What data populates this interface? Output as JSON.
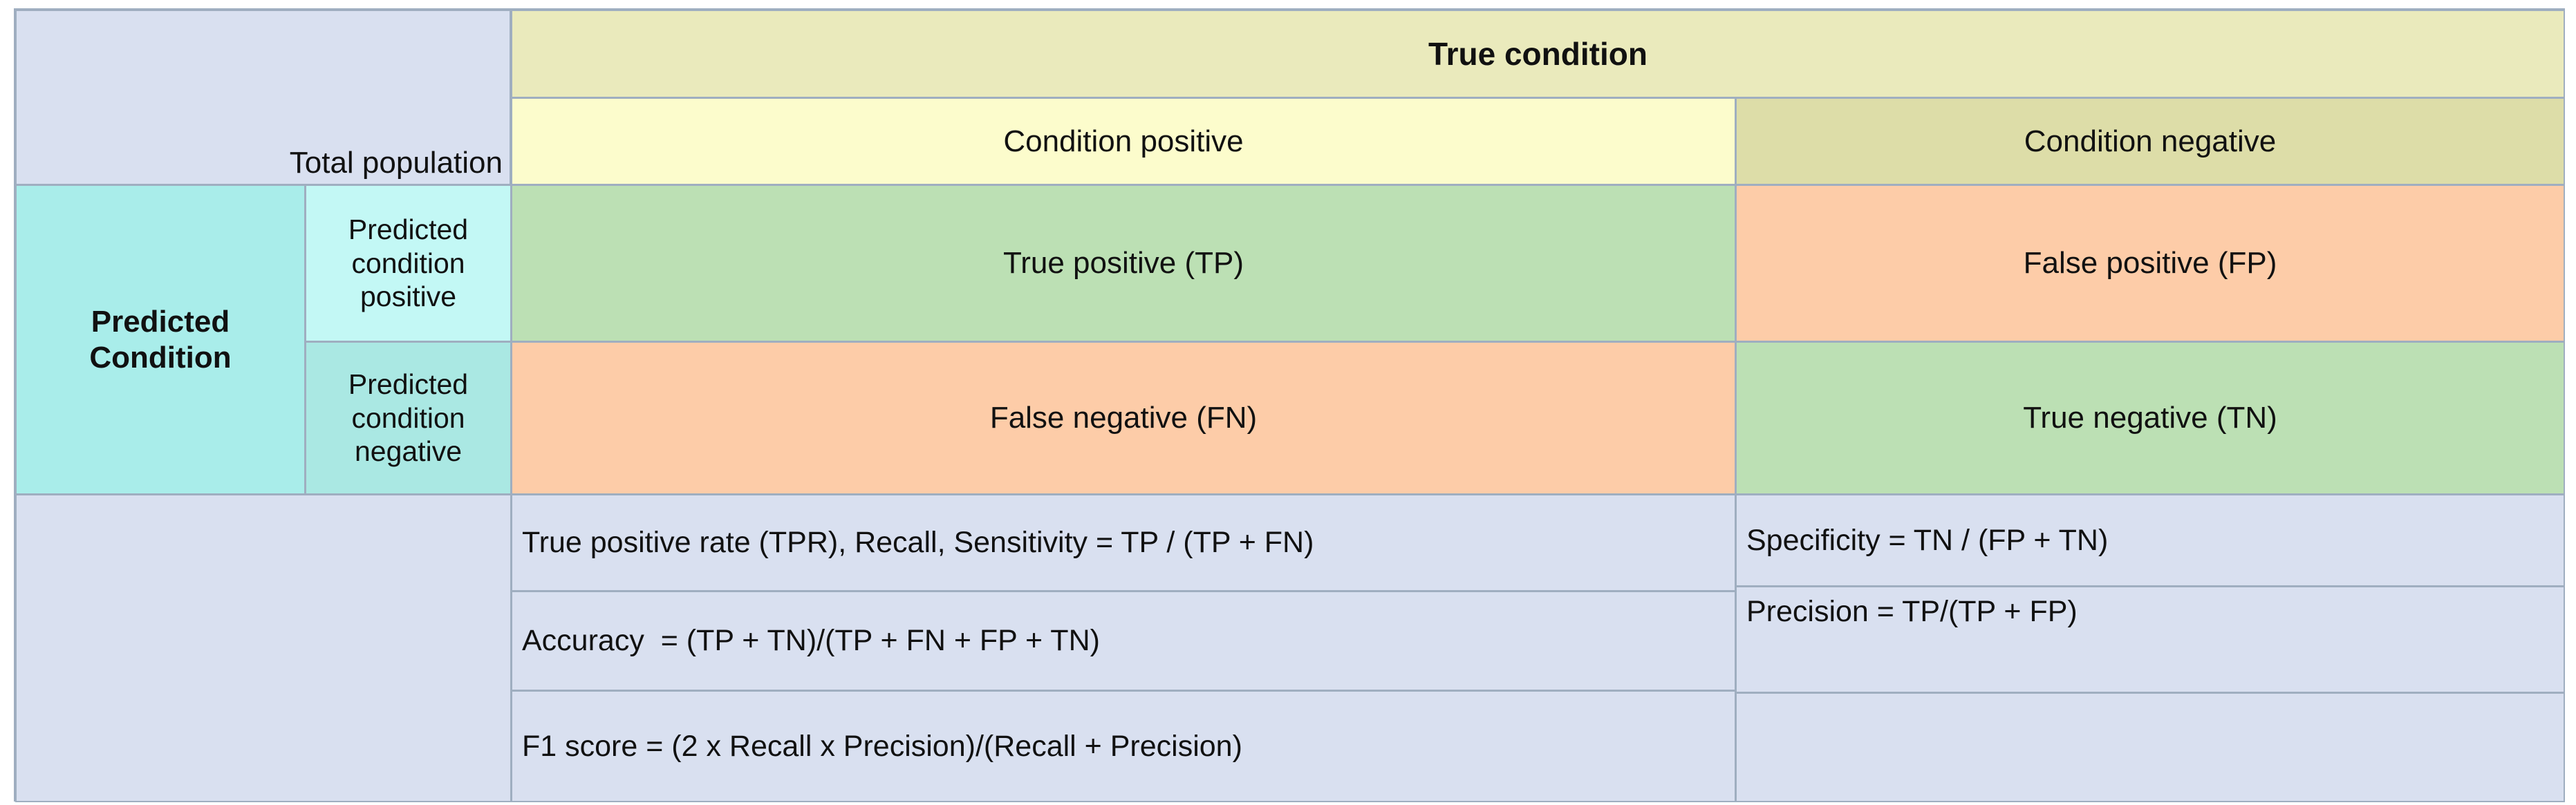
{
  "table": {
    "corner": {
      "total_population": "Total population",
      "predicted_condition": "Predicted Condition",
      "predicted_condition_positive": "Predicted condition positive",
      "predicted_condition_negative": "Predicted condition negative"
    },
    "column_header": {
      "true_condition": "True condition",
      "condition_positive": "Condition positive",
      "condition_negative": "Condition negative"
    },
    "matrix": {
      "true_positive": "True positive (TP)",
      "false_positive": "False positive (FP)",
      "false_negative": "False negative (FN)",
      "true_negative": "True negative (TN)"
    },
    "formulas_left": [
      "True positive rate (TPR), Recall, Sensitivity = TP / (TP + FN)",
      "Accuracy  = (TP + TN)/(TP + FN + FP + TN)",
      "F1 score = (2 x Recall x Precision)/(Recall + Precision)"
    ],
    "formulas_right": [
      "Specificity = TN / (FP + TN)",
      "Precision = TP/(TP + FP)",
      ""
    ]
  },
  "colors": {
    "border": "#9FAEC0",
    "lavender": "#D9E0F0",
    "header_olive": "#EAEABC",
    "condition_positive": "#FCFCCC",
    "condition_negative": "#DDDDA8",
    "predicted_cyan": "#A9EDEA",
    "predicted_positive_cyan": "#C3F8F5",
    "predicted_negative_cyan": "#AAE8E3",
    "correct_green": "#BCE0B4",
    "error_orange": "#FDCCA8"
  }
}
